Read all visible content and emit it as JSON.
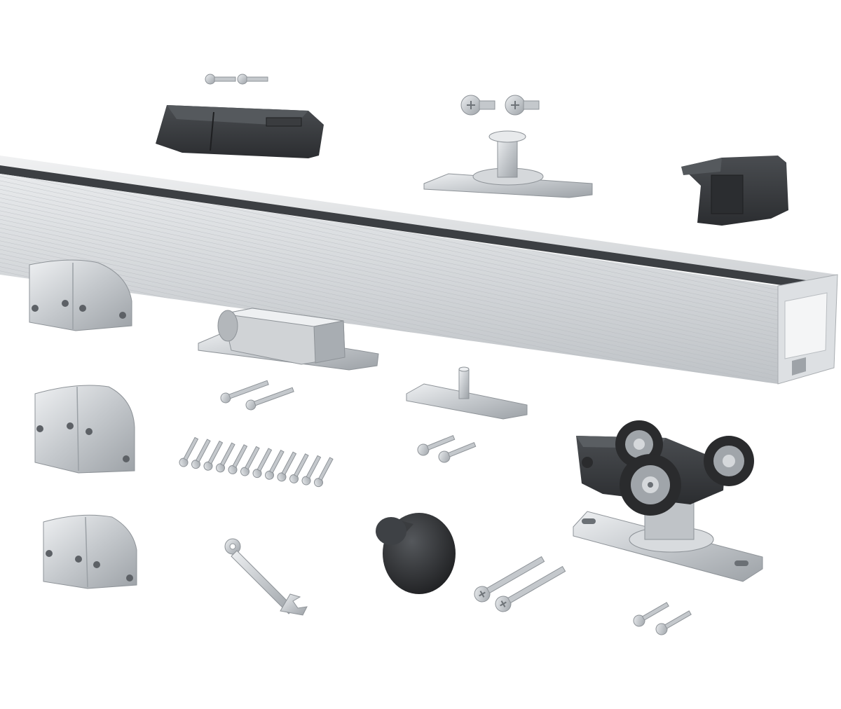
{
  "scene": {
    "background": "#ffffff",
    "colors": {
      "aluminum_light": "#e4e6e8",
      "aluminum_mid": "#c9ccd0",
      "aluminum_dark": "#9ea3a8",
      "steel": "#b8bcc0",
      "plastic_dark": "#3a3c3f",
      "rubber_black": "#2a2b2d",
      "bearing": "#8c9095"
    },
    "components": [
      {
        "name": "aluminum-track-rail",
        "icon": "rail-profile"
      },
      {
        "name": "end-stop-dark",
        "icon": "plastic-stop"
      },
      {
        "name": "end-stop-bracket-dark",
        "icon": "plastic-bracket"
      },
      {
        "name": "top-guide-plate",
        "icon": "guide-plate"
      },
      {
        "name": "soft-close-mechanism",
        "icon": "damper"
      },
      {
        "name": "floor-guide-pin",
        "icon": "guide-pin"
      },
      {
        "name": "roller-carriage",
        "icon": "trolley"
      },
      {
        "name": "end-cap-plates",
        "count": 3,
        "icon": "end-cap"
      },
      {
        "name": "door-knob-dark",
        "icon": "knob"
      },
      {
        "name": "adjustment-wrench",
        "icon": "wrench"
      },
      {
        "name": "screw-set",
        "icon": "screw"
      }
    ]
  }
}
